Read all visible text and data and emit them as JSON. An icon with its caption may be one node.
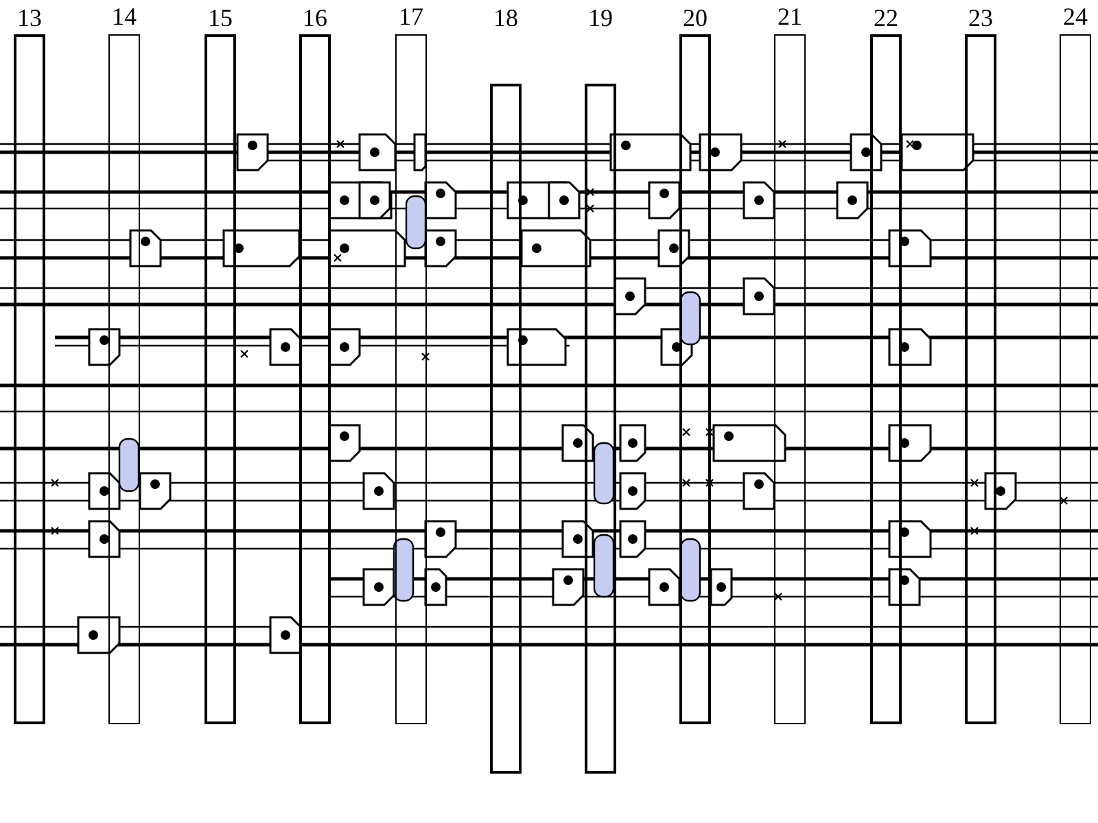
{
  "diagram": {
    "nodes": [
      {
        "text": [
          "13"
        ]
      },
      {
        "text": [
          "14"
        ]
      },
      {
        "text": [
          "15"
        ]
      },
      {
        "text": [
          "16"
        ]
      },
      {
        "text": [
          "17"
        ]
      },
      {
        "text": [
          "18"
        ]
      },
      {
        "text": [
          "19"
        ]
      },
      {
        "text": [
          "20"
        ]
      },
      {
        "text": [
          "21"
        ]
      },
      {
        "text": [
          "22"
        ]
      },
      {
        "text": [
          "23"
        ]
      },
      {
        "text": [
          "24"
        ]
      }
    ]
  }
}
